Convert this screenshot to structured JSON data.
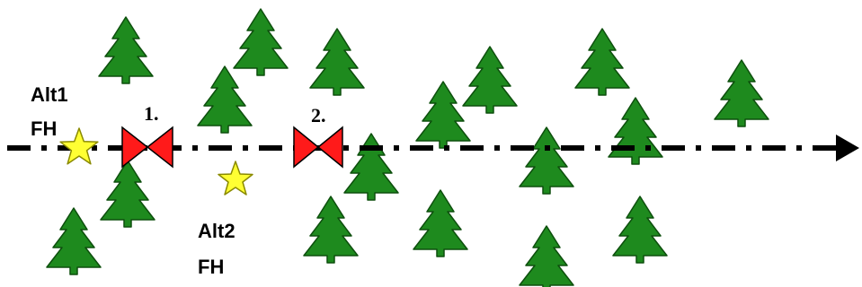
{
  "labels": {
    "alt1_line1": "Alt1",
    "alt1_line2": "FH",
    "alt2_line1": "Alt2",
    "alt2_line2": "FH",
    "valve1": "1.",
    "valve2": "2."
  },
  "icons": {
    "tree": "conifer-tree-icon",
    "star": "star-icon",
    "valve": "bowtie-valve-icon",
    "arrow": "arrow-head-icon"
  },
  "colors": {
    "tree_fill": "#1e8a1e",
    "tree_stroke": "#0d4f0d",
    "star_fill": "#ffff33",
    "star_stroke": "#8a8a00",
    "valve_fill": "#ff1a1a",
    "valve_stroke": "#000000",
    "line": "#000000"
  }
}
